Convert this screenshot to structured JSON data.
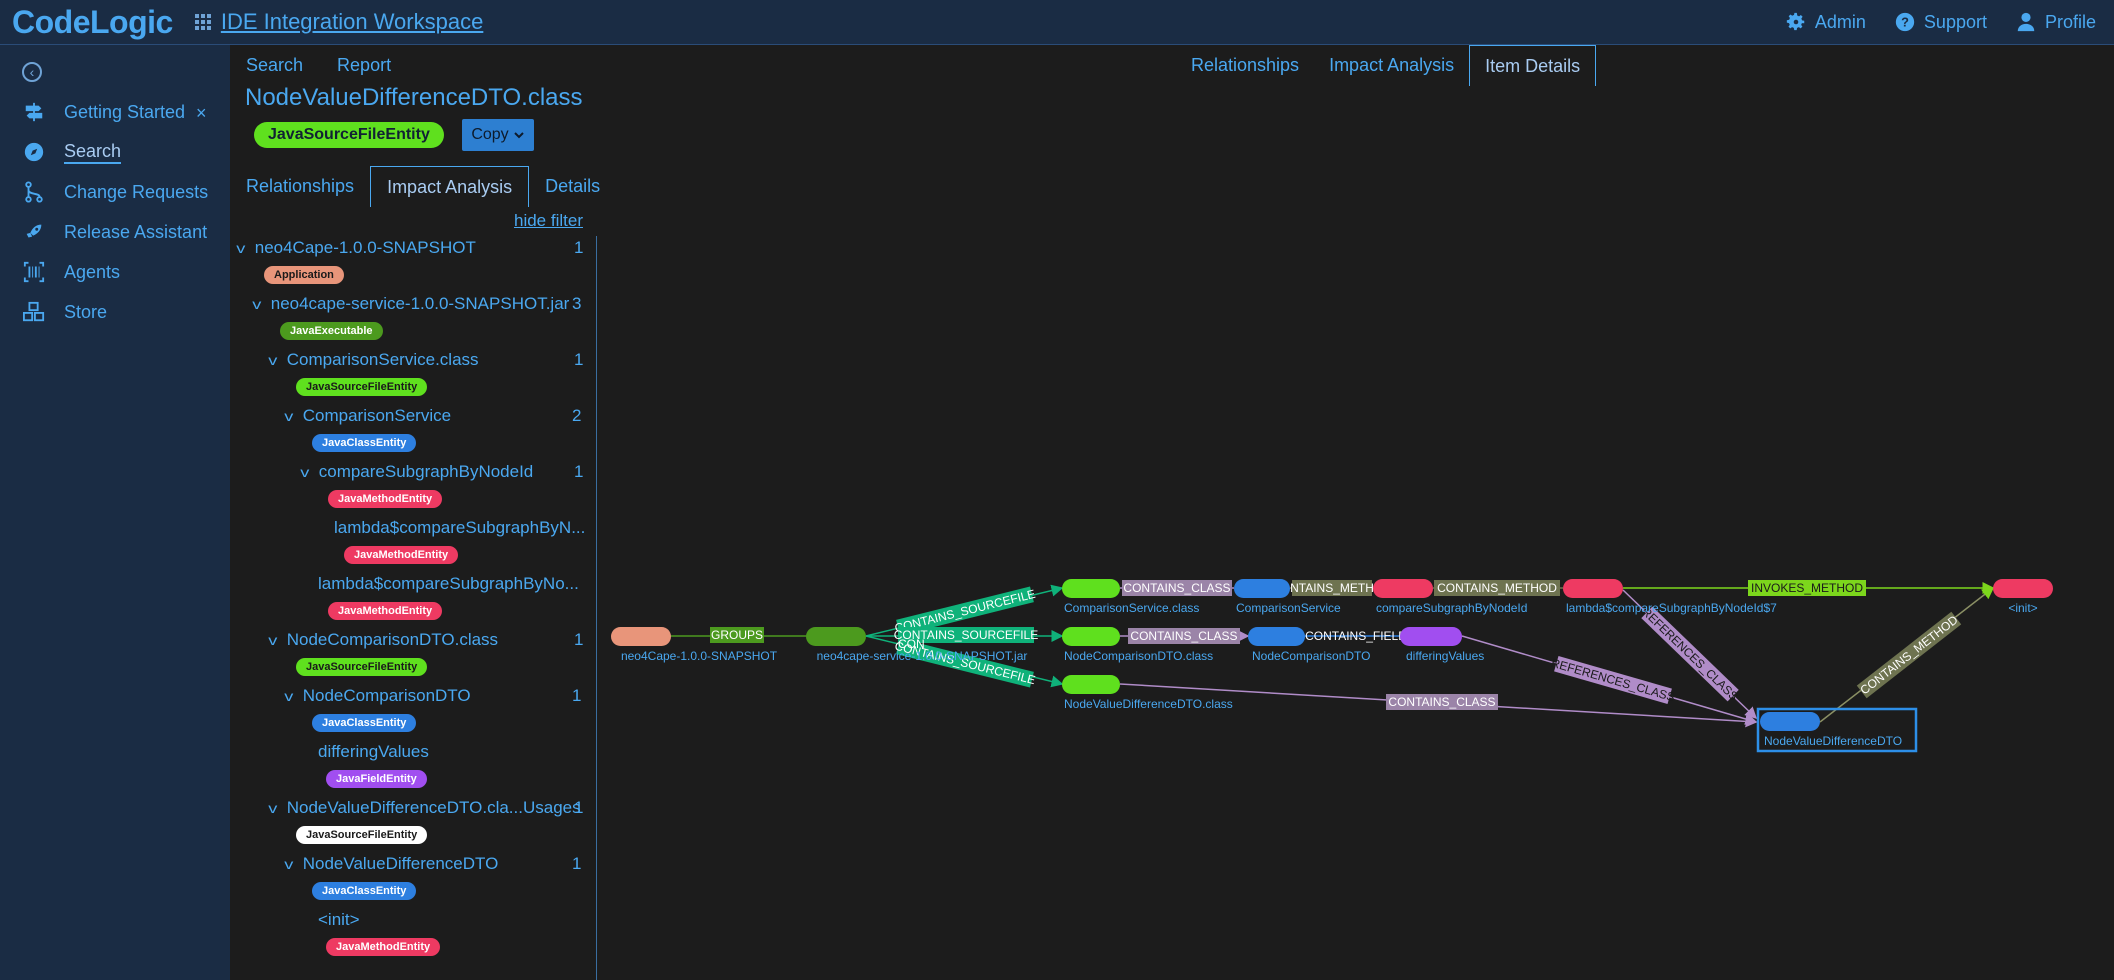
{
  "topbar": {
    "logo": "CodeLogic",
    "workspace": "IDE Integration Workspace",
    "admin": "Admin",
    "support": "Support",
    "profile": "Profile"
  },
  "sidebar": {
    "items": [
      {
        "label": "Getting Started",
        "icon": "signpost-icon"
      },
      {
        "label": "Search",
        "icon": "compass-icon"
      },
      {
        "label": "Change Requests",
        "icon": "branch-icon"
      },
      {
        "label": "Release Assistant",
        "icon": "rocket-icon"
      },
      {
        "label": "Agents",
        "icon": "barcode-icon"
      },
      {
        "label": "Store",
        "icon": "boxes-icon"
      }
    ],
    "close": "×"
  },
  "header": {
    "tabs": [
      "Search",
      "Report"
    ],
    "right_tabs": [
      "Relationships",
      "Impact Analysis",
      "Item Details"
    ]
  },
  "entity": {
    "title": "NodeValueDifferenceDTO.class",
    "badge": "JavaSourceFileEntity",
    "copy": "Copy"
  },
  "panel": {
    "tabs": [
      "Relationships",
      "Impact Analysis",
      "Details"
    ],
    "hide_filter": "hide filter"
  },
  "tree": [
    {
      "label": "neo4Cape-1.0.0-SNAPSHOT",
      "count": "1",
      "pill": "Application"
    },
    {
      "label": "neo4cape-service-1.0.0-SNAPSHOT.jar",
      "count": "3",
      "pill": "JavaExecutable"
    },
    {
      "label": "ComparisonService.class",
      "count": "1",
      "pill": "JavaSourceFileEntity"
    },
    {
      "label": "ComparisonService",
      "count": "2",
      "pill": "JavaClassEntity"
    },
    {
      "label": "compareSubgraphByNodeId",
      "count": "1",
      "pill": "JavaMethodEntity"
    },
    {
      "label": "lambda$compareSubgraphByN...",
      "count": "",
      "pill": "JavaMethodEntity"
    },
    {
      "label": "lambda$compareSubgraphByNo...",
      "count": "",
      "pill": "JavaMethodEntity"
    },
    {
      "label": "NodeComparisonDTO.class",
      "count": "1",
      "pill": "JavaSourceFileEntity"
    },
    {
      "label": "NodeComparisonDTO",
      "count": "1",
      "pill": "JavaClassEntity"
    },
    {
      "label": "differingValues",
      "count": "",
      "pill": "JavaFieldEntity"
    },
    {
      "label": "NodeValueDifferenceDTO.cla...Usages",
      "count": "1",
      "pill": "JavaSourceFileEntity"
    },
    {
      "label": "NodeValueDifferenceDTO",
      "count": "1",
      "pill": "JavaClassEntity"
    },
    {
      "label": "<init>",
      "count": "",
      "pill": "JavaMethodEntity"
    }
  ],
  "graph": {
    "nodes": [
      "neo4Cape-1.0.0-SNAPSHOT",
      "neo4cape-service-1.0.0-SNAPSHOT.jar",
      "ComparisonService.class",
      "ComparisonService",
      "compareSubgraphByNodeId",
      "lambda$compareSubgraphByNodeId$7",
      "<init>",
      "NodeComparisonDTO.class",
      "NodeComparisonDTO",
      "differingValues",
      "NodeValueDifferenceDTO.class",
      "NodeValueDifferenceDTO"
    ],
    "edges": [
      "GROUPS",
      "CONTAINS_SOURCEFILE",
      "CONTAINS_SOURCEFILE",
      "CONTAINS_SOURCEFILE",
      "CONTAINS_CLASS",
      "NTAINS_METH",
      "CONTAINS_METHOD",
      "INVOKES_METHOD",
      "CONTAINS_CLASS",
      "CONTAINS_FIELD",
      "REFERENCES_CLASS",
      "REFERENCES_CLASS",
      "CONTAINS_METHOD",
      "CONTAINS_CLASS"
    ],
    "edge_fragment": "CON"
  },
  "colors": {
    "application": "#e8957a",
    "executable": "#4c9a1e",
    "sourcefile": "#5fe01e",
    "class": "#2d7fe0",
    "method": "#ee3a62",
    "field": "#a14ef0",
    "edge_sourcefile": "#0fb27a",
    "edge_class": "#9b84a8",
    "edge_method": "#6e7350"
  }
}
